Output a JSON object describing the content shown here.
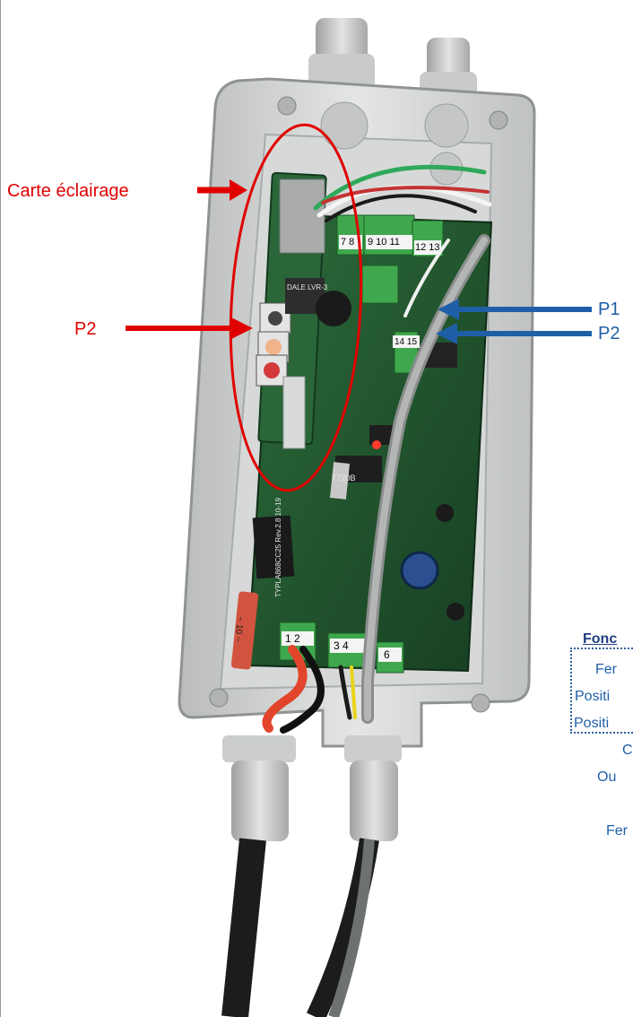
{
  "labels": {
    "carte_eclairage": "Carte éclairage",
    "p2_left": "P2",
    "p1_right": "P1",
    "p2_right": "P2"
  },
  "legend": {
    "title": "Fonc",
    "rows": [
      "Fer",
      "Positi",
      "Positi",
      "C",
      "Ou",
      "Fer"
    ]
  },
  "connector_labels": {
    "top": [
      "7 8",
      "9 10 11",
      "12 13"
    ],
    "mid": [
      "14 15"
    ],
    "bottom": [
      "1 2",
      "3 4",
      "6"
    ]
  },
  "chip_text": {
    "module": "TYPLA868CC25 Rev.2.8 10-19",
    "relay_a": "DALE LVR-3",
    "t720": "T720B",
    "fuse": "~ 10 ~"
  },
  "colors": {
    "annotation_red": "#e00000",
    "annotation_blue": "#1f5fa8",
    "pcb_green": "#1d5a2e",
    "enclosure_grey": "#cfd3d2"
  }
}
